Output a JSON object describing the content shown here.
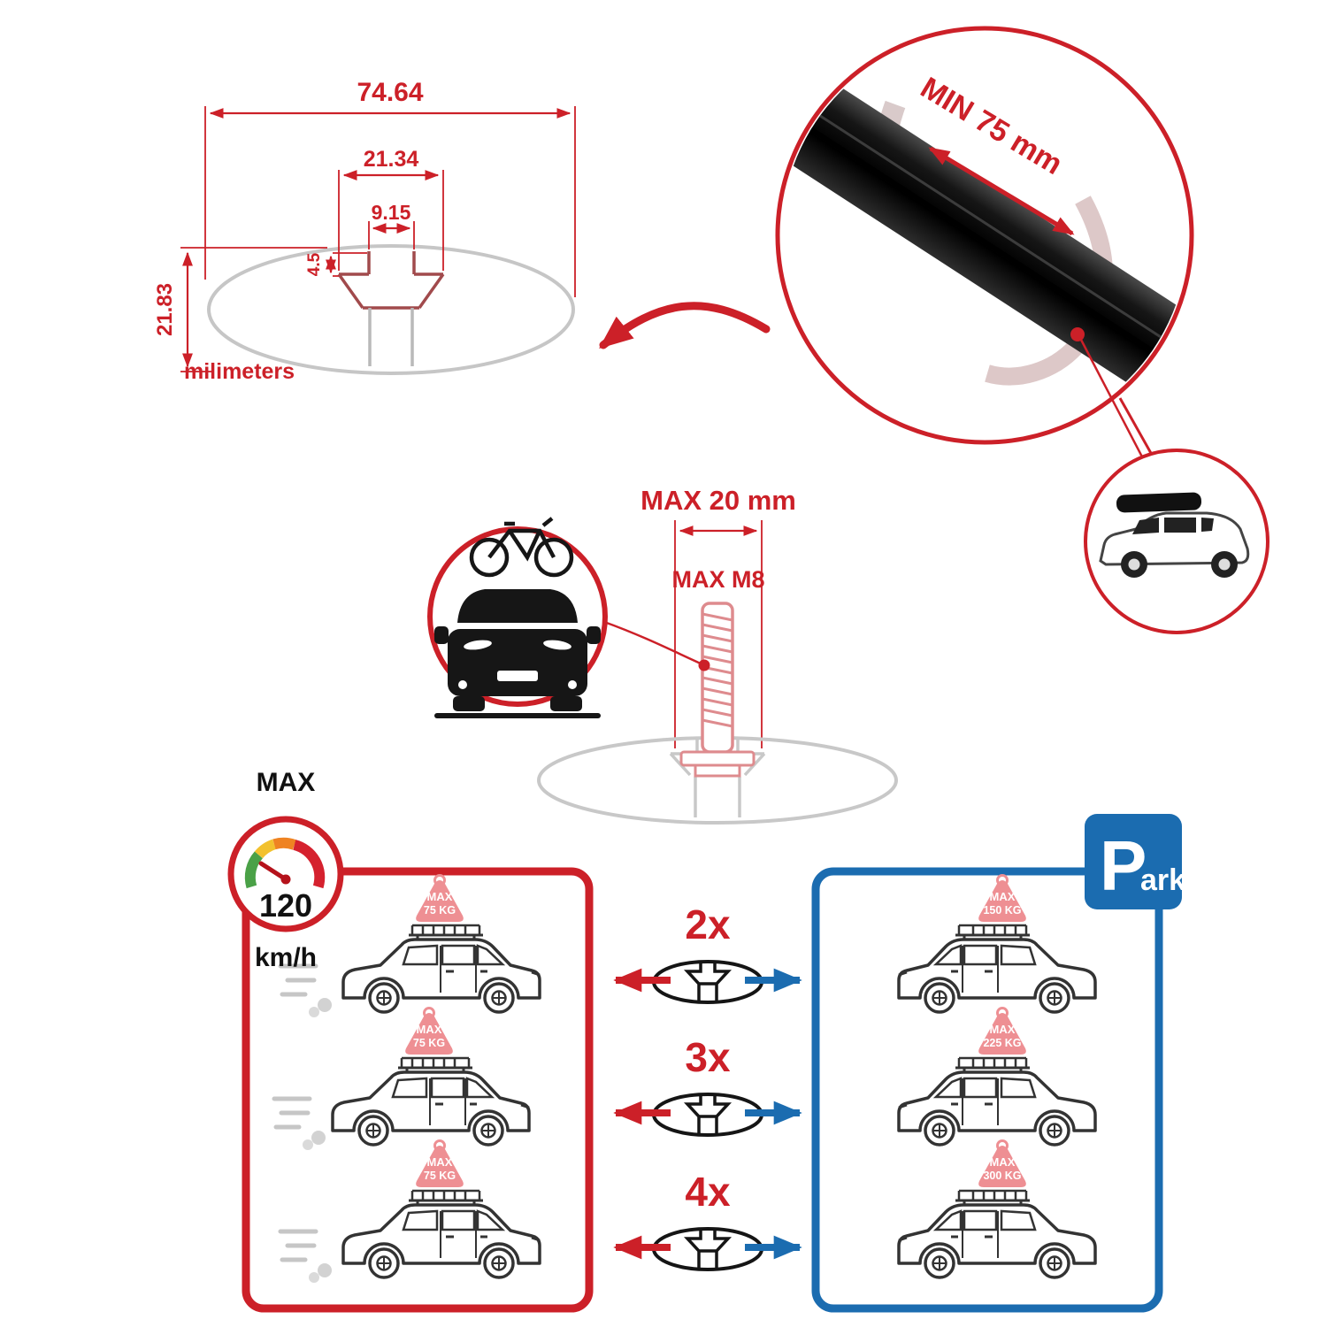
{
  "cross_section": {
    "total_width": "74.64",
    "channel_width": "21.34",
    "slot_width": "9.15",
    "lip_height": "4.5",
    "total_height": "21.83",
    "units": "milimeters"
  },
  "bar_zoom": {
    "min_span": "MIN 75 mm"
  },
  "bolt": {
    "max_width": "MAX 20 mm",
    "max_thread": "MAX M8"
  },
  "speed_limit": {
    "label": "MAX",
    "value": "120",
    "unit": "km/h"
  },
  "park": {
    "letter": "P",
    "rest": "ark"
  },
  "driving": {
    "cars": [
      {
        "badge_title": "MAX",
        "badge_load": "75 KG"
      },
      {
        "badge_title": "MAX",
        "badge_load": "75 KG"
      },
      {
        "badge_title": "MAX",
        "badge_load": "75 KG"
      }
    ]
  },
  "parked": {
    "cars": [
      {
        "badge_title": "MAX",
        "badge_load": "150 KG"
      },
      {
        "badge_title": "MAX",
        "badge_load": "225 KG"
      },
      {
        "badge_title": "MAX",
        "badge_load": "300 KG"
      }
    ]
  },
  "bar_count": {
    "row1": "2x",
    "row2": "3x",
    "row3": "4x"
  },
  "colors": {
    "accent_red": "#cc2028",
    "accent_blue": "#1b6cb0",
    "badge_pink": "#ee8f93",
    "bar_black": "#0a0a0a",
    "drawing_gray": "#c8c8c8"
  }
}
